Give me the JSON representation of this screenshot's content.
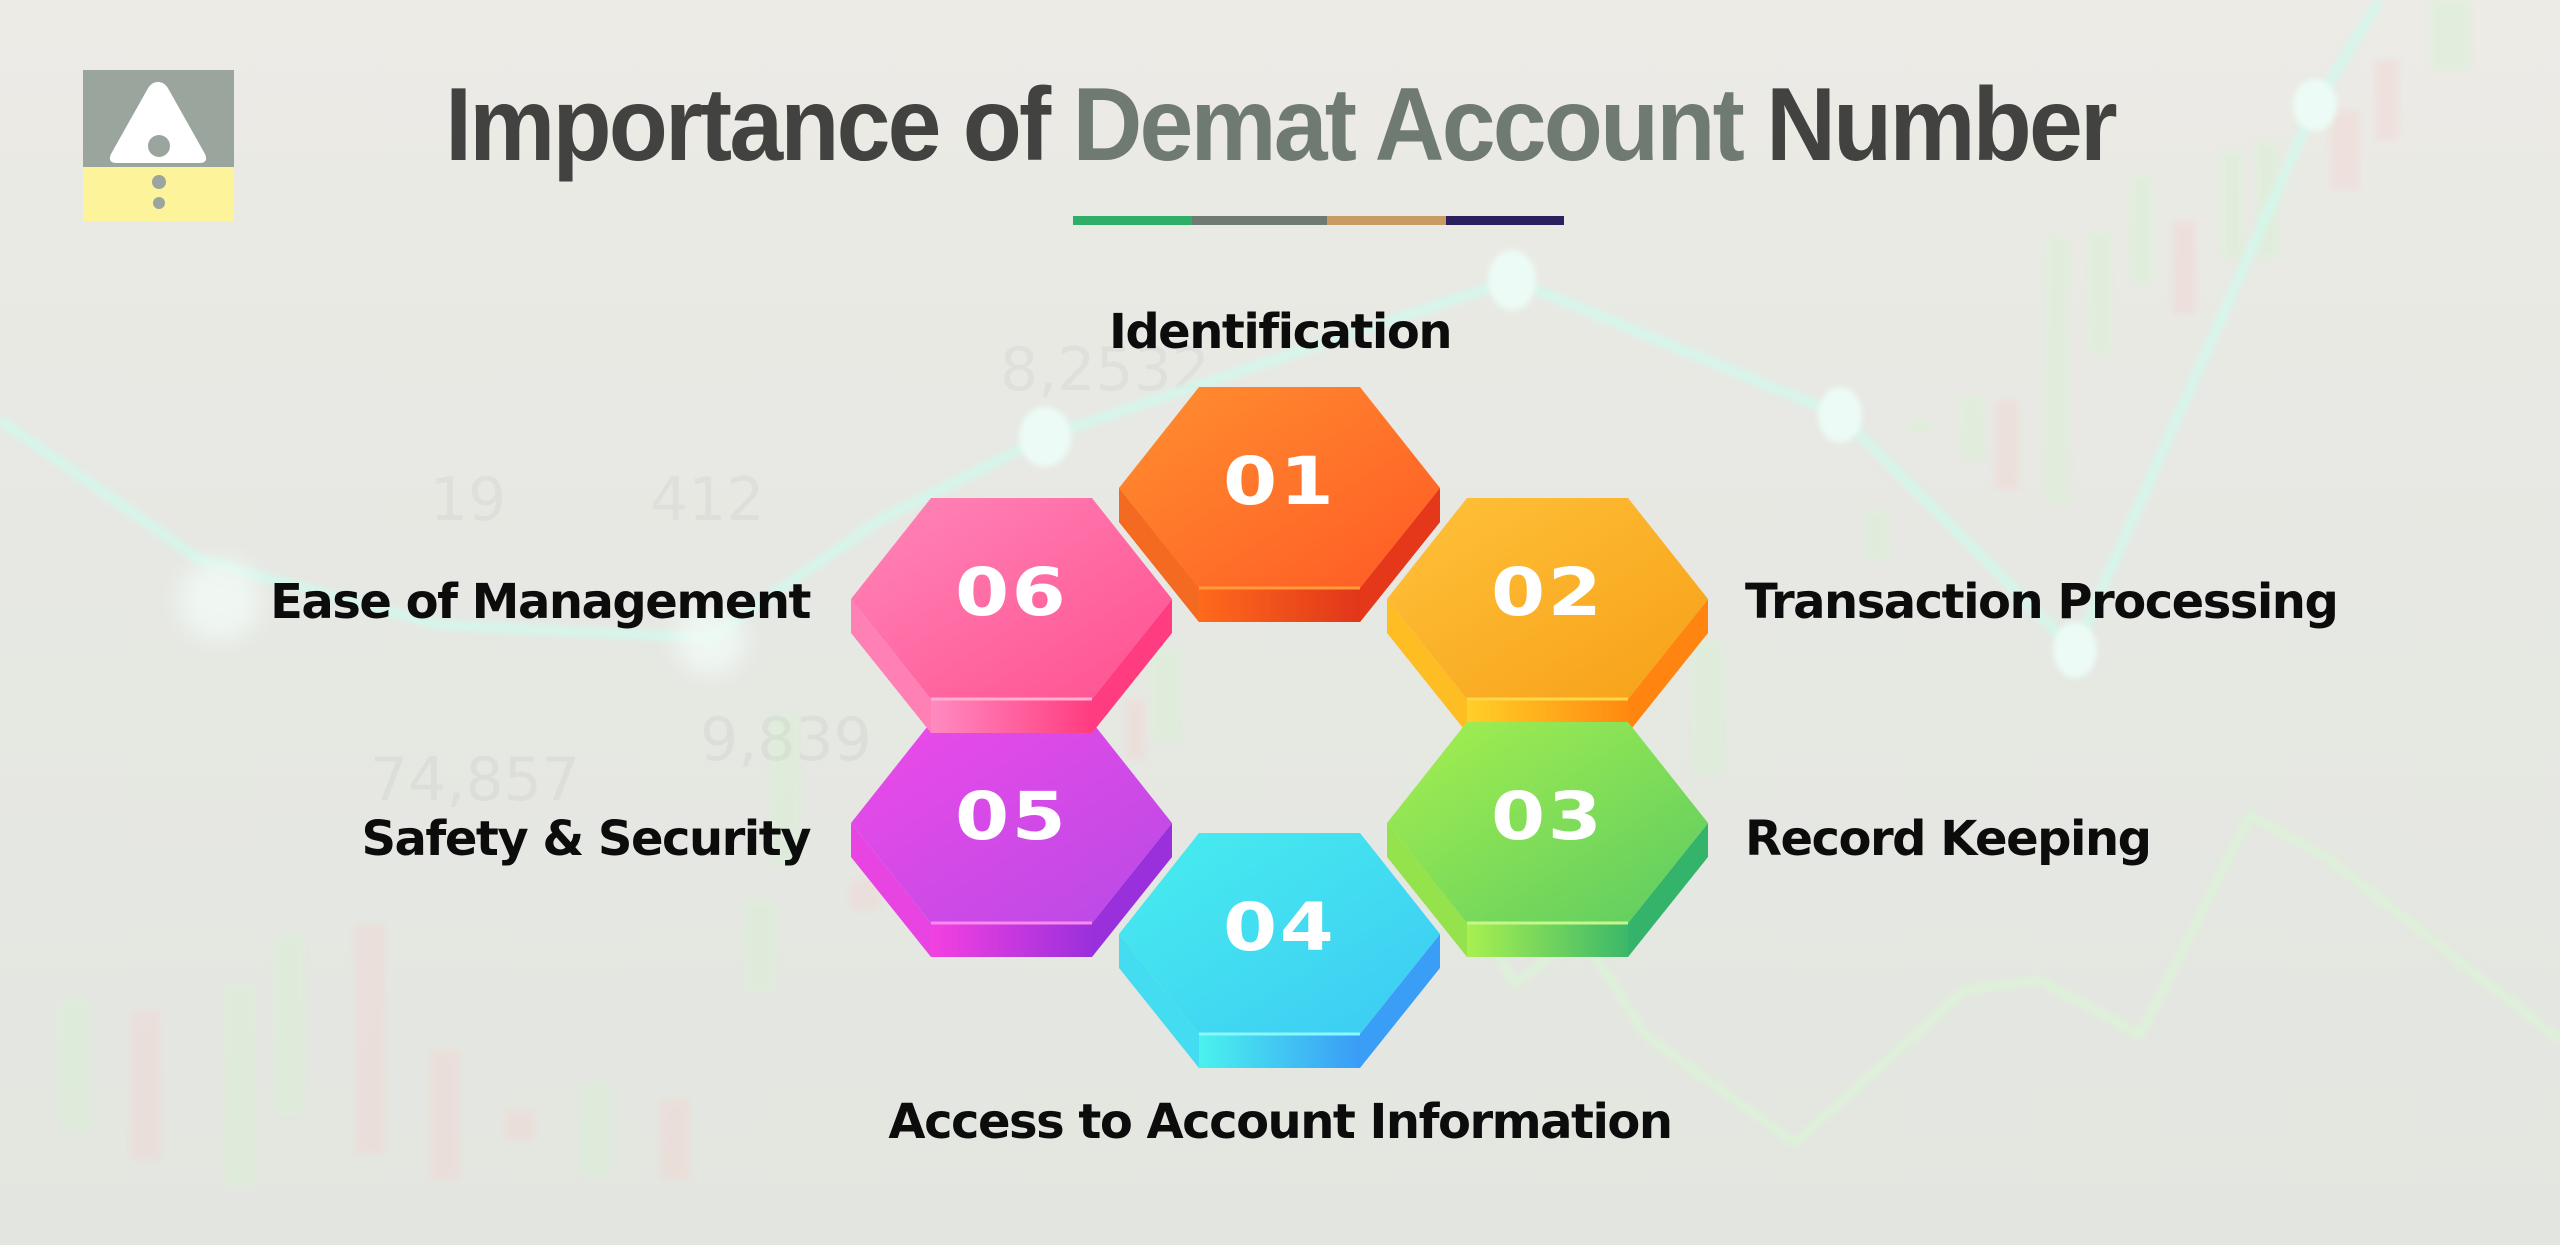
{
  "title": {
    "prefix": "Importance of ",
    "accent": "Demat Account",
    "suffix": " Number",
    "text_color": "#424341",
    "accent_color": "#6f7b72",
    "underline_colors": [
      "#2eae68",
      "#6f7b72",
      "#c89a64",
      "#2a2060"
    ]
  },
  "logo": {
    "icon": "warning-triangle-icon",
    "top_color": "#9aa59d",
    "bottom_color": "#fdf39a"
  },
  "items": [
    {
      "number": "01",
      "label": "Identification",
      "color_light": "#ff8a2e",
      "color_dark": "#f04a1e"
    },
    {
      "number": "02",
      "label": "Transaction Processing",
      "color_light": "#ffc12e",
      "color_dark": "#f99a12"
    },
    {
      "number": "03",
      "label": "Record Keeping",
      "color_light": "#a8ef4e",
      "color_dark": "#3cc466"
    },
    {
      "number": "04",
      "label": "Access to Account Information",
      "color_light": "#46f0ee",
      "color_dark": "#3aa8f5"
    },
    {
      "number": "05",
      "label": "Safety & Security",
      "color_light": "#f04ae6",
      "color_dark": "#a83ae0"
    },
    {
      "number": "06",
      "label": "Ease of Management",
      "color_light": "#ff7eb4",
      "color_dark": "#ff4a8a"
    }
  ]
}
